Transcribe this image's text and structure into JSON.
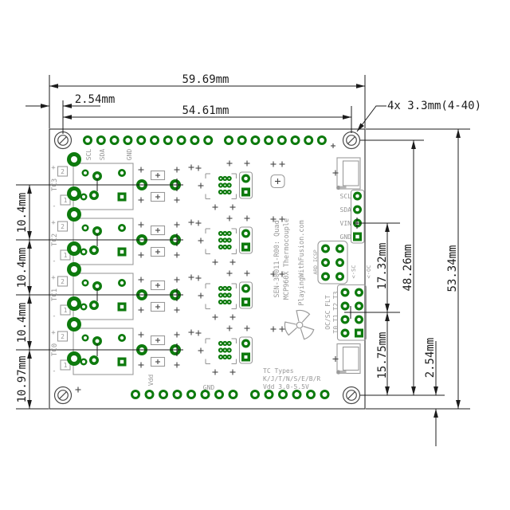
{
  "drawing": {
    "type": "PCB dimensional drawing",
    "units": "mm"
  },
  "dimensions": {
    "width_total": "59.69mm",
    "edge_to_hole_h": "2.54mm",
    "hole_span_h": "54.61mm",
    "mount_callout": "4x 3.3mm(4-40)",
    "height_total": "53.34mm",
    "hole_span_v": "48.26mm",
    "vin_to_fault_header": "17.32mm",
    "fault_header_to_hole": "15.75mm",
    "hole_to_edge_v": "2.54mm",
    "tc_pitch_1": "10.4mm",
    "tc_pitch_2": "10.4mm",
    "tc_pitch_3": "10.4mm",
    "tc0_to_edge": "10.97mm"
  },
  "silkscreen": {
    "top_pins": [
      "SCL",
      "SDA",
      "GND"
    ],
    "i2c_header": [
      "SCL",
      "SDA",
      "VIN",
      "GND"
    ],
    "icsp_label": "ARD ICSP",
    "sc_label": "<-SC",
    "oc_label": "<-OC",
    "fault_line1": "OC/SC FLT",
    "fault_line2": "T0 T1 T2 T3",
    "product_line1": "SEN-30011-R00: Quad",
    "product_line2": "MCP960X Thermocouple",
    "brand": "PlayingWithFusion.com",
    "power_label": "Vdd",
    "ground_label": "GND",
    "tc_types_line1": "TC Types",
    "tc_types_line2": "K/J/T/N/S/E/B/R",
    "tc_types_line3": "Vdd 3.0-5.5V",
    "tc_channels": [
      {
        "name": "TC3",
        "plus": "+",
        "minus": "-",
        "pin2": "2",
        "pin1": "1"
      },
      {
        "name": "TC2",
        "plus": "+",
        "minus": "-",
        "pin2": "2",
        "pin1": "1"
      },
      {
        "name": "TC1",
        "plus": "+",
        "minus": "-",
        "pin2": "2",
        "pin1": "1"
      },
      {
        "name": "TC0",
        "plus": "+",
        "minus": "-",
        "pin2": "2",
        "pin1": "1"
      }
    ]
  },
  "colors": {
    "pad_green": "#0d7a0d",
    "silk_gray": "#9a9a9a",
    "draw_black": "#1c1c1c",
    "hole_gray": "#4a4a4a",
    "mark_dark": "#454545"
  }
}
